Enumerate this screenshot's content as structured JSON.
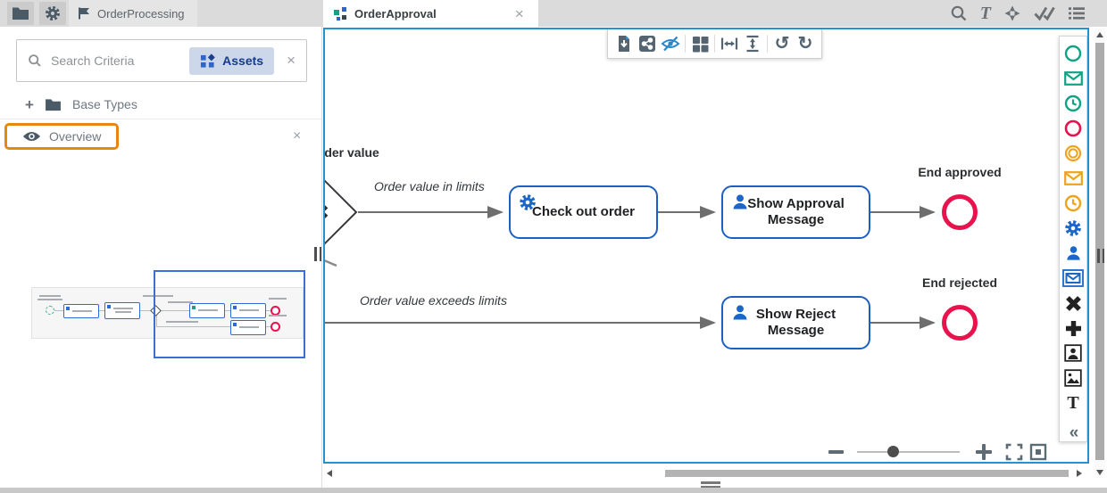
{
  "header": {
    "project_tab": "OrderProcessing",
    "diagram_tab": "OrderApproval"
  },
  "sidebar": {
    "search_placeholder": "Search Criteria",
    "assets_button": "Assets",
    "base_types_label": "Base Types",
    "overview_title": "Overview"
  },
  "diagram": {
    "gateway_label": "Order value",
    "flow_in_limits": "Order value in limits",
    "flow_exceeds": "Order value exceeds limits",
    "task_checkout": "Check out order",
    "task_show_approval": "Show Approval Message",
    "task_show_reject": "Show Reject Message",
    "end_approved": "End approved",
    "end_rejected": "End rejected"
  },
  "glyphs": {
    "close": "×",
    "add": "+",
    "x_marker": "✖",
    "undo": "↺",
    "redo": "↻",
    "collapse": "«",
    "letter_t": "T",
    "letter_t_tool": "T"
  },
  "icons": {
    "top_left": [
      "folder-icon",
      "gear-icon",
      "model-flag-icon"
    ],
    "top_right": [
      "search-icon",
      "text-tool-icon",
      "connector-tool-icon",
      "validate-icon",
      "list-icon"
    ],
    "canvas_toolbar": [
      "export-document-icon",
      "share-icon",
      "hide-eye-icon",
      "grid-icon",
      "match-width-icon",
      "match-height-icon",
      "undo-icon",
      "redo-icon"
    ],
    "palette": [
      "start-event-icon",
      "message-start-icon",
      "timer-start-icon",
      "end-event-icon",
      "intermediate-event-icon",
      "message-intermediate-icon",
      "timer-intermediate-icon",
      "service-task-icon",
      "user-task-icon",
      "send-task-icon",
      "exclusive-gateway-icon",
      "parallel-gateway-icon",
      "user-image-icon",
      "image-icon",
      "text-icon",
      "collapse-icon"
    ],
    "zoom_controls": [
      "zoom-out-icon",
      "zoom-slider",
      "zoom-in-icon",
      "fullscreen-icon",
      "fit-icon"
    ]
  },
  "colors": {
    "task_border": "#1d5fc2",
    "canvas_border": "#2492cc",
    "event_red": "#e8124d",
    "palette_green": "#12a385",
    "palette_orange": "#eea31c",
    "palette_blue": "#1b66c9",
    "toolbar_slate": "#546471",
    "highlight_orange": "#e8870e",
    "assets_button_bg": "#ccd7e9",
    "assets_button_text": "#173a8c",
    "minimap_viewport_blue": "#3a6fd8",
    "arrow_gray": "#6e6e6e"
  }
}
